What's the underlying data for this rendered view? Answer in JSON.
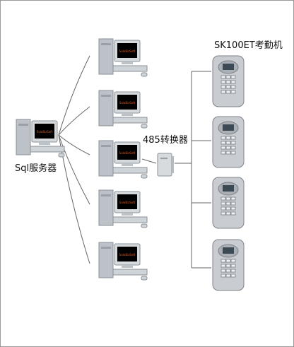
{
  "labels": {
    "server": "Sql服务器",
    "converter": "485转换器",
    "device": "SK100ET考勤机"
  },
  "nodes": {
    "server": {
      "icon": "server-computer-icon",
      "screen_text": "SoloBizSoft"
    },
    "clients": [
      {
        "icon": "client-computer-icon",
        "screen_text": "SoloBizSoft"
      },
      {
        "icon": "client-computer-icon",
        "screen_text": "SoloBizSoft"
      },
      {
        "icon": "client-computer-icon",
        "screen_text": "SoloBizSoft"
      },
      {
        "icon": "client-computer-icon",
        "screen_text": "SoloBizSoft"
      },
      {
        "icon": "client-computer-icon",
        "screen_text": "SoloBizSoft"
      }
    ],
    "converter": {
      "icon": "converter-device-icon"
    },
    "terminals": [
      {
        "icon": "attendance-terminal-icon"
      },
      {
        "icon": "attendance-terminal-icon"
      },
      {
        "icon": "attendance-terminal-icon"
      },
      {
        "icon": "attendance-terminal-icon"
      }
    ]
  },
  "colors": {
    "line": "#666666",
    "screen": "#000000",
    "screen_text": "#d25a2a",
    "pc_body": "#cfd4d8",
    "terminal_body": "#c9cdd2"
  }
}
